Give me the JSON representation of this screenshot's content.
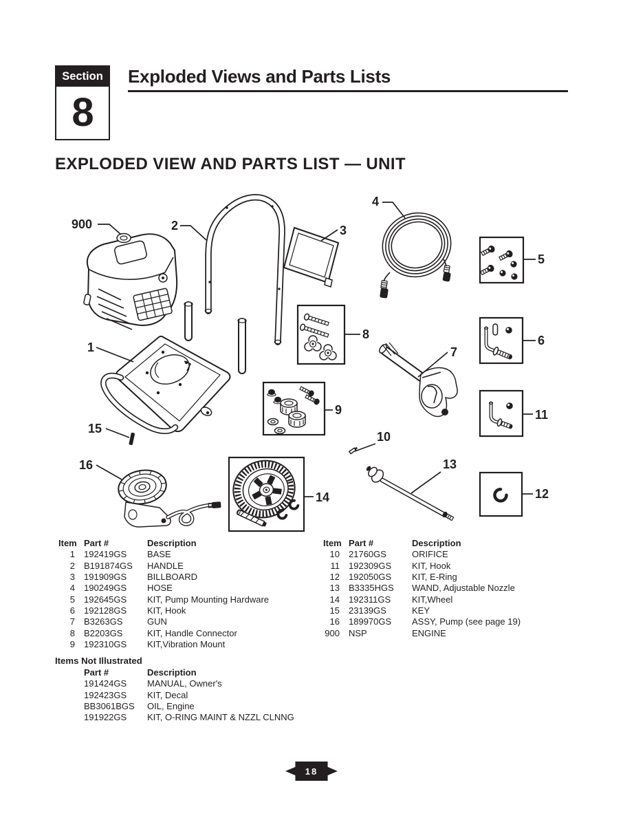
{
  "page": {
    "section_label": "Section",
    "section_number": "8",
    "section_title": "Exploded Views and Parts Lists",
    "heading": "EXPLODED VIEW AND PARTS LIST — UNIT",
    "page_number": "18",
    "ink_color": "#231f20",
    "paper_color": "#ffffff"
  },
  "diagram": {
    "callouts": {
      "n1": "1",
      "n2": "2",
      "n3": "3",
      "n4": "4",
      "n5": "5",
      "n6": "6",
      "n7": "7",
      "n8": "8",
      "n9": "9",
      "n10": "10",
      "n11": "11",
      "n12": "12",
      "n13": "13",
      "n14": "14",
      "n15": "15",
      "n16": "16",
      "n900": "900"
    }
  },
  "parts": {
    "headers": {
      "item": "Item",
      "part": "Part #",
      "description": "Description"
    },
    "left_rows": [
      {
        "item": "1",
        "part": "192419GS",
        "desc": "BASE"
      },
      {
        "item": "2",
        "part": "B191874GS",
        "desc": "HANDLE"
      },
      {
        "item": "3",
        "part": "191909GS",
        "desc": "BILLBOARD"
      },
      {
        "item": "4",
        "part": "190249GS",
        "desc": "HOSE"
      },
      {
        "item": "5",
        "part": "192645GS",
        "desc": "KIT, Pump Mounting Hardware"
      },
      {
        "item": "6",
        "part": "192128GS",
        "desc": "KIT, Hook"
      },
      {
        "item": "7",
        "part": "B3263GS",
        "desc": "GUN"
      },
      {
        "item": "8",
        "part": "B2203GS",
        "desc": "KIT, Handle Connector"
      },
      {
        "item": "9",
        "part": "192310GS",
        "desc": "KIT,Vibration Mount"
      }
    ],
    "right_rows": [
      {
        "item": "10",
        "part": "21760GS",
        "desc": "ORIFICE"
      },
      {
        "item": "11",
        "part": "192309GS",
        "desc": "KIT, Hook"
      },
      {
        "item": "12",
        "part": "192050GS",
        "desc": "KIT, E-Ring"
      },
      {
        "item": "13",
        "part": "B3335HGS",
        "desc": "WAND, Adjustable Nozzle"
      },
      {
        "item": "14",
        "part": "192311GS",
        "desc": "KIT,Wheel"
      },
      {
        "item": "15",
        "part": "23139GS",
        "desc": "KEY"
      },
      {
        "item": "16",
        "part": "189970GS",
        "desc": "ASSY, Pump (see page 19)"
      },
      {
        "item": "900",
        "part": "NSP",
        "desc": "ENGINE"
      }
    ]
  },
  "not_illustrated": {
    "title": "Items Not Illustrated",
    "headers": {
      "part": "Part #",
      "description": "Description"
    },
    "rows": [
      {
        "part": "191424GS",
        "desc": "MANUAL, Owner's"
      },
      {
        "part": "192423GS",
        "desc": "KIT, Decal"
      },
      {
        "part": "BB3061BGS",
        "desc": "OIL, Engine"
      },
      {
        "part": "191922GS",
        "desc": "KIT, O-RING MAINT & NZZL CLNNG"
      }
    ]
  }
}
